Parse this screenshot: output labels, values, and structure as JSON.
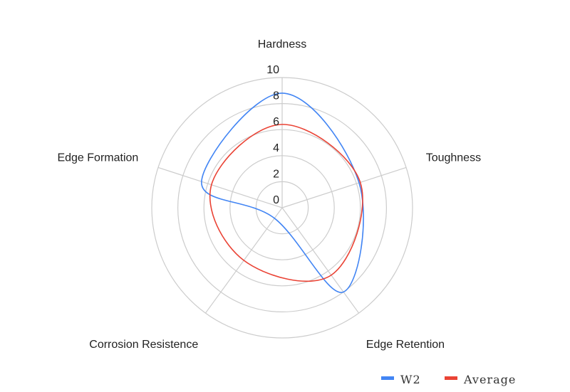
{
  "chart_data": {
    "type": "radar",
    "axes": [
      "Hardness",
      "Toughness",
      "Edge Retention",
      "Corrosion Resistence",
      "Edge Formation"
    ],
    "rlim": [
      0,
      10
    ],
    "ticks": [
      "0",
      "2",
      "4",
      "6",
      "8",
      "10"
    ],
    "tick_values": [
      0,
      2,
      4,
      6,
      8,
      10
    ],
    "grid": true,
    "legend": "bottom-right",
    "series": [
      {
        "name": "W2",
        "values": [
          8.8,
          6.2,
          8.0,
          1.0,
          6.5
        ],
        "color": "#4285f4"
      },
      {
        "name": "Average",
        "values": [
          6.4,
          6.3,
          6.4,
          5.0,
          5.7
        ],
        "color": "#ea4335"
      }
    ]
  }
}
